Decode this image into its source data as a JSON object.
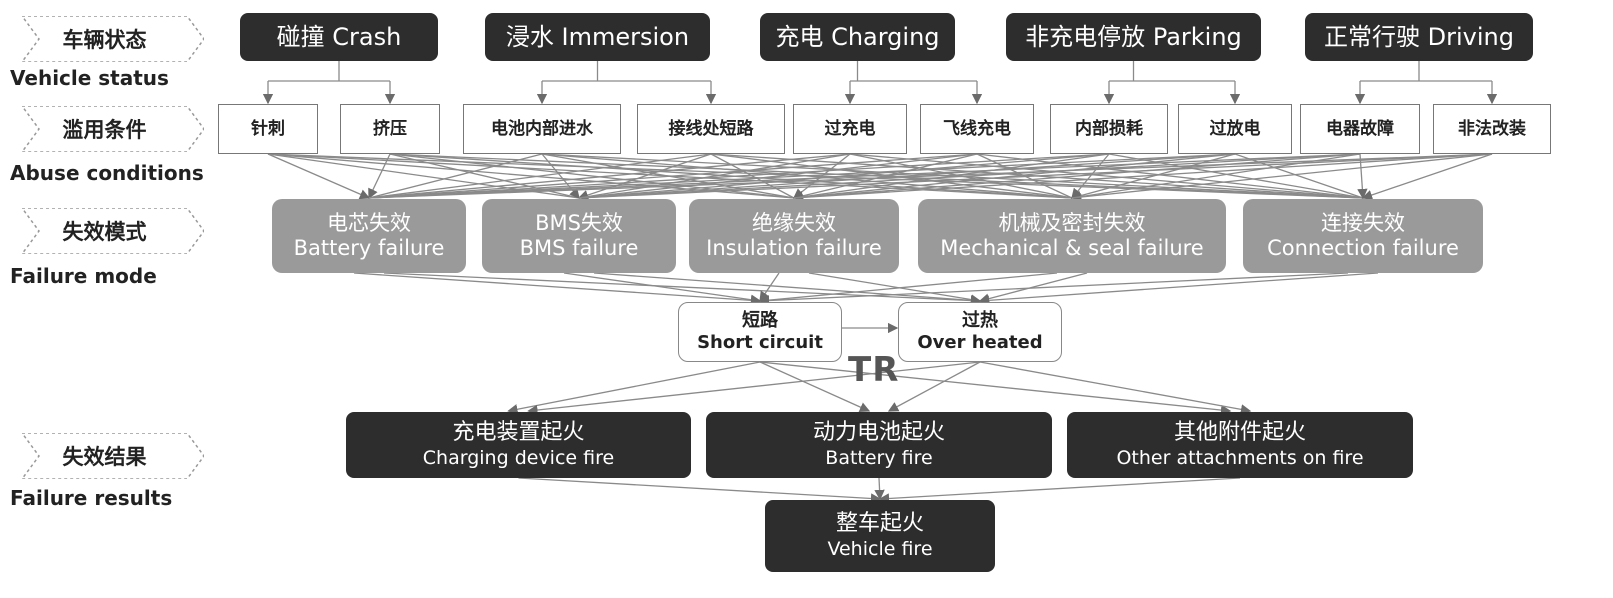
{
  "rows": [
    {
      "zh": "车辆状态",
      "en": "Vehicle status"
    },
    {
      "zh": "滥用条件",
      "en": "Abuse conditions"
    },
    {
      "zh": "失效模式",
      "en": "Failure mode"
    },
    {
      "zh": "失效结果",
      "en": "Failure results"
    }
  ],
  "vehicle_status": [
    {
      "label": "碰撞 Crash"
    },
    {
      "label": "浸水 Immersion"
    },
    {
      "label": "充电 Charging"
    },
    {
      "label": "非充电停放 Parking"
    },
    {
      "label": "正常行驶 Driving"
    }
  ],
  "abuse_conditions": [
    {
      "label": "针刺"
    },
    {
      "label": "挤压"
    },
    {
      "label": "电池内部进水"
    },
    {
      "label": "接线处短路"
    },
    {
      "label": "过充电"
    },
    {
      "label": "飞线充电"
    },
    {
      "label": "内部损耗"
    },
    {
      "label": "过放电"
    },
    {
      "label": "电器故障"
    },
    {
      "label": "非法改装"
    }
  ],
  "failure_modes": [
    {
      "zh": "电芯失效",
      "en": "Battery failure"
    },
    {
      "zh": "BMS失效",
      "en": "BMS failure"
    },
    {
      "zh": "绝缘失效",
      "en": "Insulation failure"
    },
    {
      "zh": "机械及密封失效",
      "en": "Mechanical & seal failure"
    },
    {
      "zh": "连接失效",
      "en": "Connection failure"
    }
  ],
  "intermediate": [
    {
      "zh": "短路",
      "en": "Short circuit"
    },
    {
      "zh": "过热",
      "en": "Over heated"
    }
  ],
  "tr_label": "TR",
  "failure_results": [
    {
      "zh": "充电装置起火",
      "en": "Charging device fire"
    },
    {
      "zh": "动力电池起火",
      "en": "Battery fire"
    },
    {
      "zh": "其他附件起火",
      "en": "Other attachments on fire"
    }
  ],
  "final_result": {
    "zh": "整车起火",
    "en": "Vehicle fire"
  },
  "colors": {
    "dark": "#2d2d2d",
    "mode_gray": "#9a9a9a",
    "line": "#8a8a8a"
  }
}
